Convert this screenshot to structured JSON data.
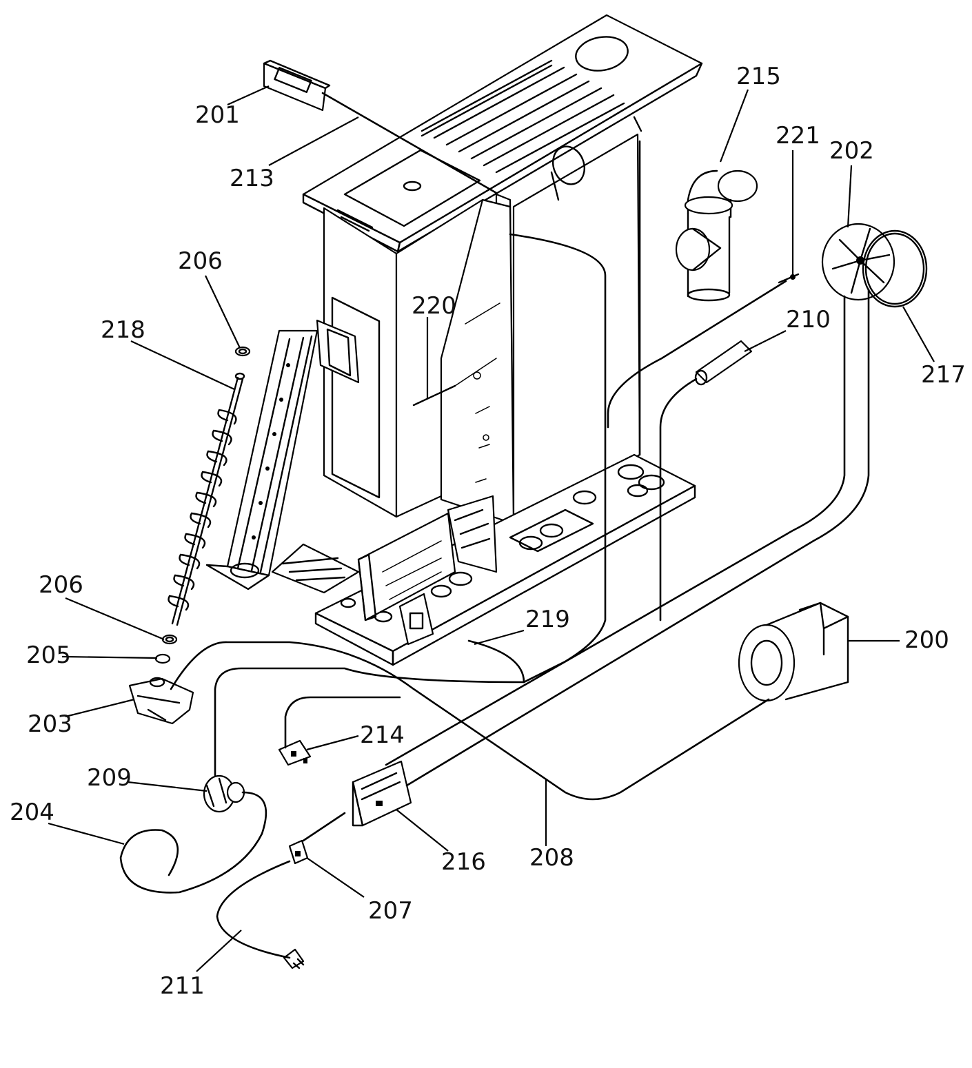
{
  "labels": {
    "l200": "200",
    "l201": "201",
    "l202": "202",
    "l203": "203",
    "l204": "204",
    "l205": "205",
    "l206a": "206",
    "l206b": "206",
    "l207": "207",
    "l208": "208",
    "l209": "209",
    "l210": "210",
    "l211": "211",
    "l213": "213",
    "l214": "214",
    "l215": "215",
    "l216": "216",
    "l217": "217",
    "l218": "218",
    "l219": "219",
    "l220": "220",
    "l221": "221"
  },
  "colors": {
    "line": "#000000",
    "background": "#ffffff"
  }
}
